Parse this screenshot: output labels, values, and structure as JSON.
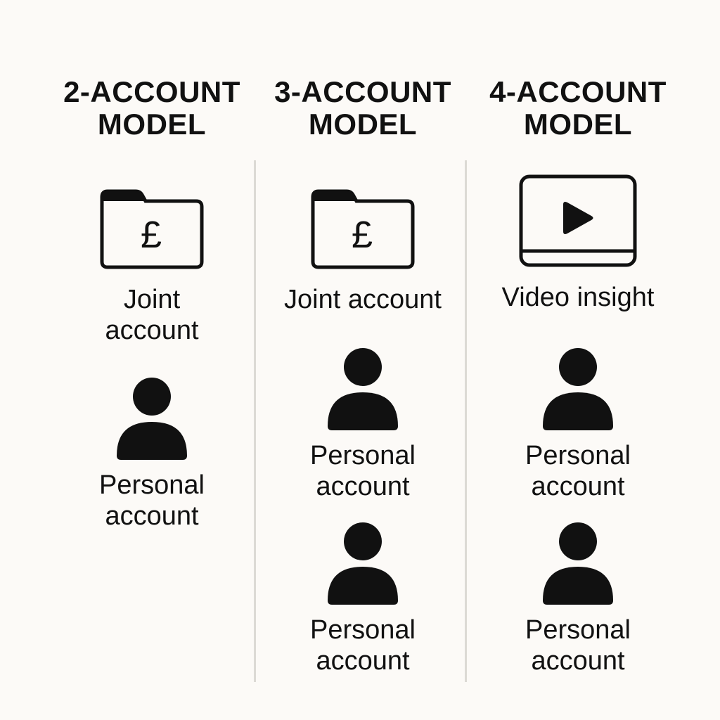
{
  "background": "#fcfaf7",
  "ink_color": "#111111",
  "divider_color": "#dcdad5",
  "columns": [
    {
      "title_line1": "2-ACCOUNT",
      "title_line2": "MODEL",
      "items": [
        {
          "icon": "pound-folder-icon",
          "label_line1": "Joint",
          "label_line2": "account"
        },
        {
          "icon": "person-icon",
          "label_line1": "Personal",
          "label_line2": "account"
        }
      ]
    },
    {
      "title_line1": "3-ACCOUNT",
      "title_line2": "MODEL",
      "items": [
        {
          "icon": "pound-folder-icon",
          "label_line1": "Joint account"
        },
        {
          "icon": "person-icon",
          "label_line1": "Personal",
          "label_line2": "account"
        },
        {
          "icon": "person-icon",
          "label_line1": "Personal",
          "label_line2": "account"
        }
      ]
    },
    {
      "title_line1": "4-ACCOUNT",
      "title_line2": "MODEL",
      "items": [
        {
          "icon": "video-play-icon",
          "label_line1": "Video insight"
        },
        {
          "icon": "person-icon",
          "label_line1": "Personal",
          "label_line2": "account"
        },
        {
          "icon": "person-icon",
          "label_line1": "Personal",
          "label_line2": "account"
        }
      ]
    }
  ],
  "icons": {
    "pound_symbol": "£"
  }
}
